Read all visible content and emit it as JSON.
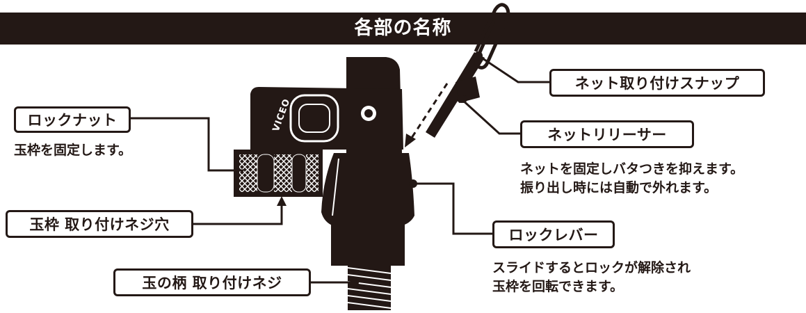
{
  "header": {
    "title": "各部の名称"
  },
  "labels": {
    "lock_nut": "ロックナット",
    "net_snap": "ネット取り付けスナップ",
    "net_releaser": "ネットリリーサー",
    "frame_screw_hole": "玉枠 取り付けネジ穴",
    "lock_lever": "ロックレバー",
    "handle_screw": "玉の柄 取り付けネジ"
  },
  "descriptions": {
    "lock_nut": [
      "玉枠を固定します。"
    ],
    "net_releaser": [
      "ネットを固定しバタつきを抑えます。",
      "振り出し時には自動で外れます。"
    ],
    "lock_lever": [
      "スライドするとロックが解除され",
      "玉枠を回転できます。"
    ]
  },
  "product": {
    "brand_mark": "VICEO"
  },
  "colors": {
    "ink": "#231815",
    "background": "#ffffff",
    "header_text": "#ffffff"
  }
}
